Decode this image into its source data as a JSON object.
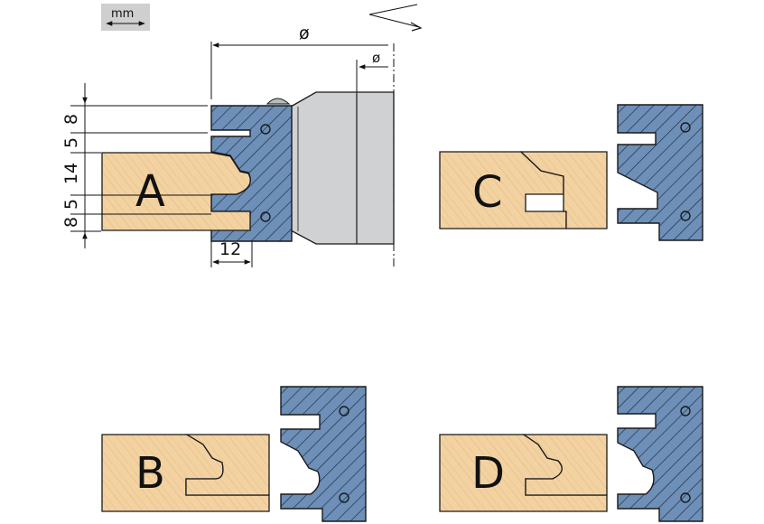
{
  "unit_badge": "mm",
  "dimensions": {
    "outer_diameter": "ø",
    "bore_diameter": "ø",
    "left_labels": [
      "8",
      "5",
      "14",
      "5",
      "8"
    ],
    "bottom_width": "12"
  },
  "profiles": [
    {
      "id": "A",
      "label": "A"
    },
    {
      "id": "B",
      "label": "B"
    },
    {
      "id": "C",
      "label": "C"
    },
    {
      "id": "D",
      "label": "D"
    }
  ],
  "colors": {
    "cutter_blue": "#6d8fb8",
    "wood": "#f2d2a1",
    "body_gray": "#cfd1d3"
  }
}
